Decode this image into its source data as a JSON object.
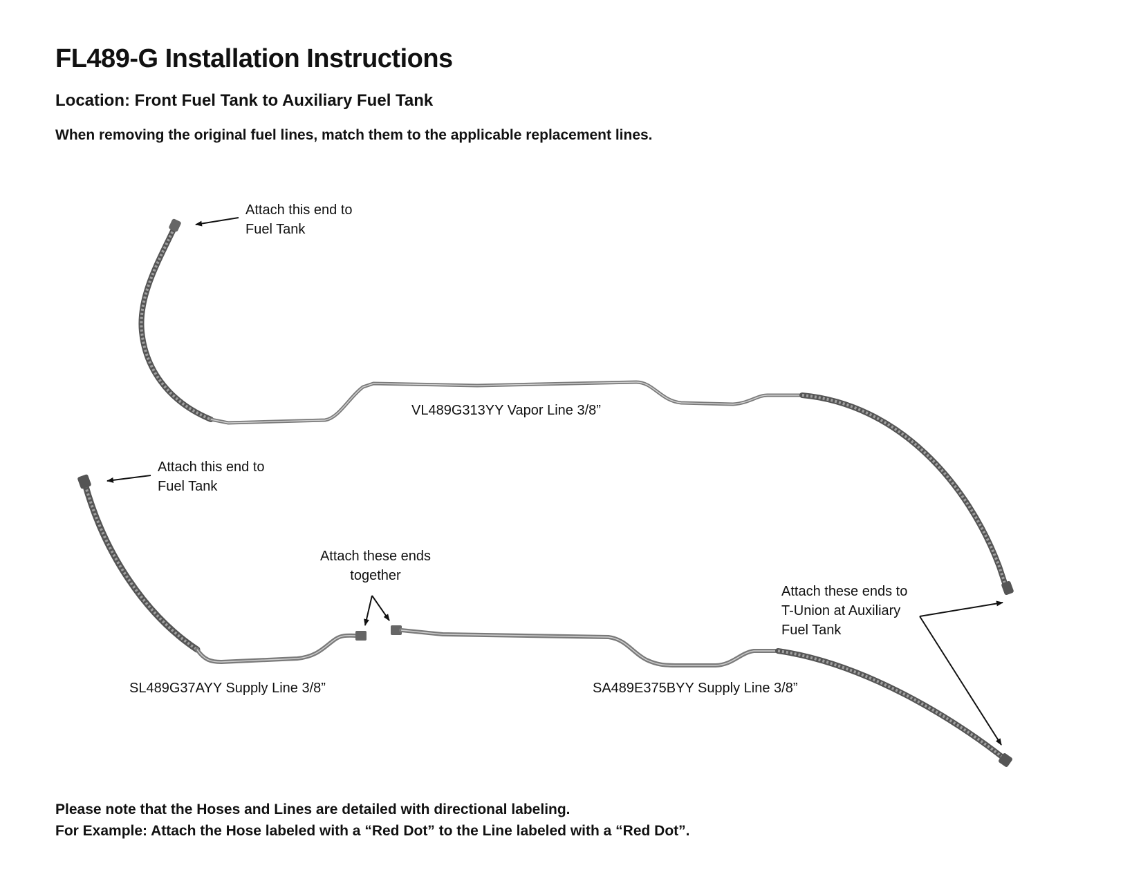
{
  "header": {
    "title": "FL489-G Installation Instructions",
    "location": "Location: Front Fuel Tank to Auxiliary Fuel Tank",
    "instruction": "When removing the original fuel lines, match them to the applicable replacement lines."
  },
  "diagram": {
    "parts": {
      "vapor_line": "VL489G313YY Vapor Line 3/8”",
      "supply_line_front": "SL489G37AYY Supply Line 3/8”",
      "supply_line_aux": "SA489E375BYY Supply Line 3/8”"
    },
    "callouts": {
      "vapor_tank_1": "Attach this end to",
      "vapor_tank_2": "Fuel Tank",
      "supply_tank_1": "Attach this end to",
      "supply_tank_2": "Fuel Tank",
      "together_1": "Attach these ends",
      "together_2": "together",
      "tunion_1": "Attach these ends to",
      "tunion_2": "T-Union at Auxiliary",
      "tunion_3": "Fuel Tank"
    }
  },
  "footer": {
    "note_line1": "Please note that the Hoses and Lines are detailed with directional labeling.",
    "note_line2": "For Example: Attach the Hose labeled with a “Red Dot” to the Line labeled with a “Red Dot”."
  }
}
